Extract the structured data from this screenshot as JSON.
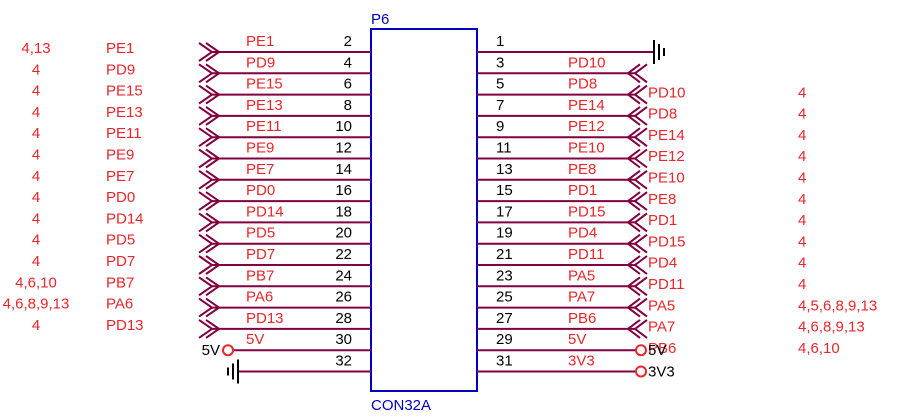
{
  "component": {
    "ref": "P6",
    "part": "CON32A"
  },
  "colors": {
    "text": "#e8262b",
    "wire": "#800040",
    "body": "#0000c0",
    "pin_number": "#000000",
    "ground": "#000000"
  },
  "left_rows": [
    {
      "pin": "2",
      "net": "PE1",
      "port": "PE1",
      "ref": "4,13"
    },
    {
      "pin": "4",
      "net": "PD9",
      "port": "PD9",
      "ref": "4"
    },
    {
      "pin": "6",
      "net": "PE15",
      "port": "PE15",
      "ref": "4"
    },
    {
      "pin": "8",
      "net": "PE13",
      "port": "PE13",
      "ref": "4"
    },
    {
      "pin": "10",
      "net": "PE11",
      "port": "PE11",
      "ref": "4"
    },
    {
      "pin": "12",
      "net": "PE9",
      "port": "PE9",
      "ref": "4"
    },
    {
      "pin": "14",
      "net": "PE7",
      "port": "PE7",
      "ref": "4"
    },
    {
      "pin": "16",
      "net": "PD0",
      "port": "PD0",
      "ref": "4"
    },
    {
      "pin": "18",
      "net": "PD14",
      "port": "PD14",
      "ref": "4"
    },
    {
      "pin": "20",
      "net": "PD5",
      "port": "PD5",
      "ref": "4"
    },
    {
      "pin": "22",
      "net": "PD7",
      "port": "PD7",
      "ref": "4"
    },
    {
      "pin": "24",
      "net": "PB7",
      "port": "PB7",
      "ref": "4,6,10"
    },
    {
      "pin": "26",
      "net": "PA6",
      "port": "PA6",
      "ref": "4,6,8,9,13"
    },
    {
      "pin": "28",
      "net": "PD13",
      "port": "PD13",
      "ref": "4"
    },
    {
      "pin": "30",
      "net": "5V",
      "power": "5V"
    },
    {
      "pin": "32",
      "net": "",
      "ground": true
    }
  ],
  "right_rows": [
    {
      "pin": "1",
      "net": "",
      "ground": true
    },
    {
      "pin": "3",
      "net": "PD10",
      "port": "PD10",
      "ref": "4"
    },
    {
      "pin": "5",
      "net": "PD8",
      "port": "PD8",
      "ref": "4"
    },
    {
      "pin": "7",
      "net": "PE14",
      "port": "PE14",
      "ref": "4"
    },
    {
      "pin": "9",
      "net": "PE12",
      "port": "PE12",
      "ref": "4"
    },
    {
      "pin": "11",
      "net": "PE10",
      "port": "PE10",
      "ref": "4"
    },
    {
      "pin": "13",
      "net": "PE8",
      "port": "PE8",
      "ref": "4"
    },
    {
      "pin": "15",
      "net": "PD1",
      "port": "PD1",
      "ref": "4"
    },
    {
      "pin": "17",
      "net": "PD15",
      "port": "PD15",
      "ref": "4"
    },
    {
      "pin": "19",
      "net": "PD4",
      "port": "PD4",
      "ref": "4"
    },
    {
      "pin": "21",
      "net": "PD11",
      "port": "PD11",
      "ref": "4"
    },
    {
      "pin": "23",
      "net": "PA5",
      "port": "PA5",
      "ref": "4,5,6,8,9,13"
    },
    {
      "pin": "25",
      "net": "PA7",
      "port": "PA7",
      "ref": "4,6,8,9,13"
    },
    {
      "pin": "27",
      "net": "PB6",
      "port": "PB6",
      "ref": "4,6,10"
    },
    {
      "pin": "29",
      "net": "5V",
      "power": "5V"
    },
    {
      "pin": "31",
      "net": "3V3",
      "power": "3V3"
    }
  ]
}
